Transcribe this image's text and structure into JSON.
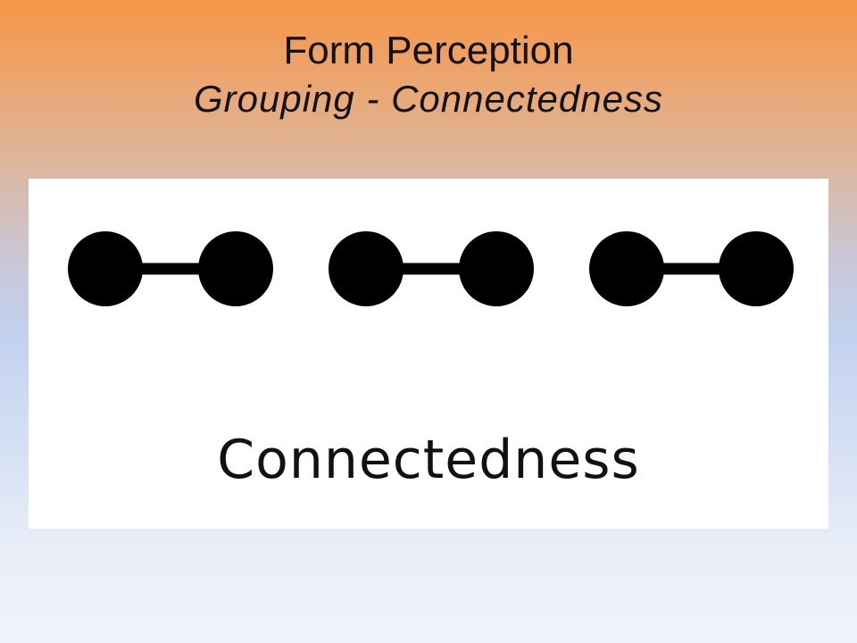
{
  "slide": {
    "title": "Form Perception",
    "subtitle": "Grouping - Connectedness"
  },
  "figure": {
    "caption": "Connectedness",
    "pair_count": 3,
    "dot_color": "#000000"
  }
}
